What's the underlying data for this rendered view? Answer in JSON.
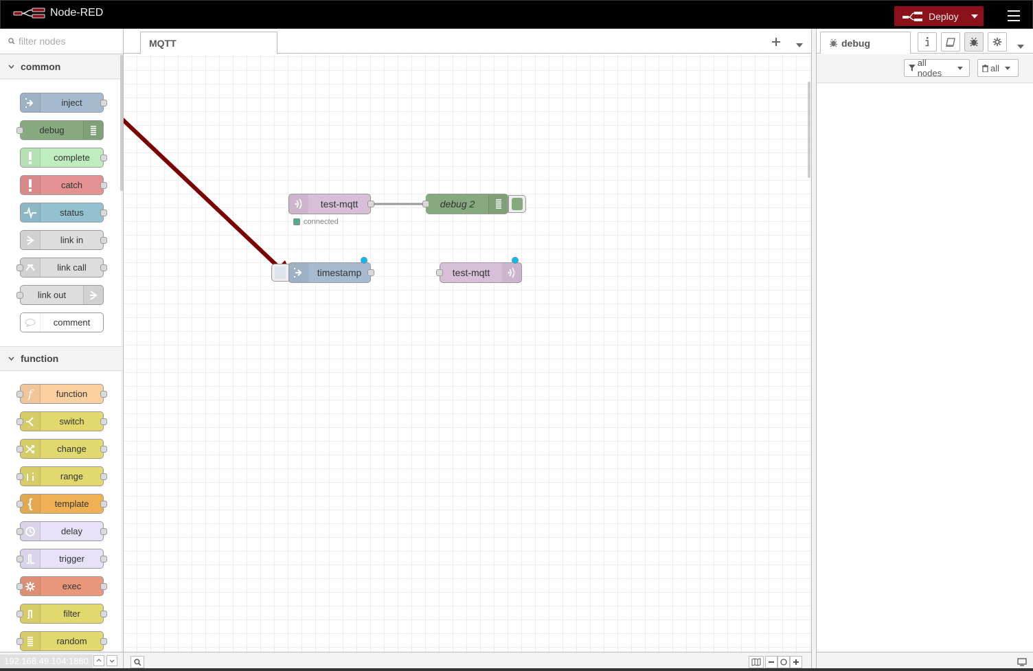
{
  "app": {
    "title": "Node-RED"
  },
  "header": {
    "deploy_label": "Deploy"
  },
  "palette": {
    "search_placeholder": "filter nodes",
    "categories": [
      {
        "name": "common",
        "nodes": [
          "inject",
          "debug",
          "complete",
          "catch",
          "status",
          "link in",
          "link call",
          "link out",
          "comment"
        ]
      },
      {
        "name": "function",
        "nodes": [
          "function",
          "switch",
          "change",
          "range",
          "template",
          "delay",
          "trigger",
          "exec",
          "filter",
          "random"
        ]
      }
    ]
  },
  "workspace": {
    "tabs": [
      "MQTT"
    ],
    "nodes": [
      {
        "label": "test-mqtt",
        "type": "mqtt in",
        "status": "connected",
        "status_color": "#5a8"
      },
      {
        "label": "debug 2",
        "type": "debug"
      },
      {
        "label": "timestamp",
        "type": "inject",
        "changed": true
      },
      {
        "label": "test-mqtt",
        "type": "mqtt out",
        "changed": true
      }
    ],
    "annotation": "red arrow from palette inject node to timestamp node"
  },
  "sidebar": {
    "active_tab": "debug",
    "filter_label": "all nodes",
    "clear_label": "all"
  },
  "status_bar": {
    "url": "192.168.49.104:1880"
  },
  "colors": {
    "header_bg": "#000000",
    "deploy_bg": "#8c101c",
    "inject": "#a6bbcf",
    "debug": "#87a980",
    "complete": "#c0edc0",
    "catch": "#e49191",
    "status": "#94c1d0",
    "link": "#dddddd",
    "function": "#fdd0a2",
    "switch": "#e2d96e",
    "template": "#f0b054",
    "delay": "#e6e0f8",
    "exec": "#e9967a",
    "mqtt": "#d8bfd8",
    "arrow": "#7a0000",
    "changed": "#00bcff"
  }
}
